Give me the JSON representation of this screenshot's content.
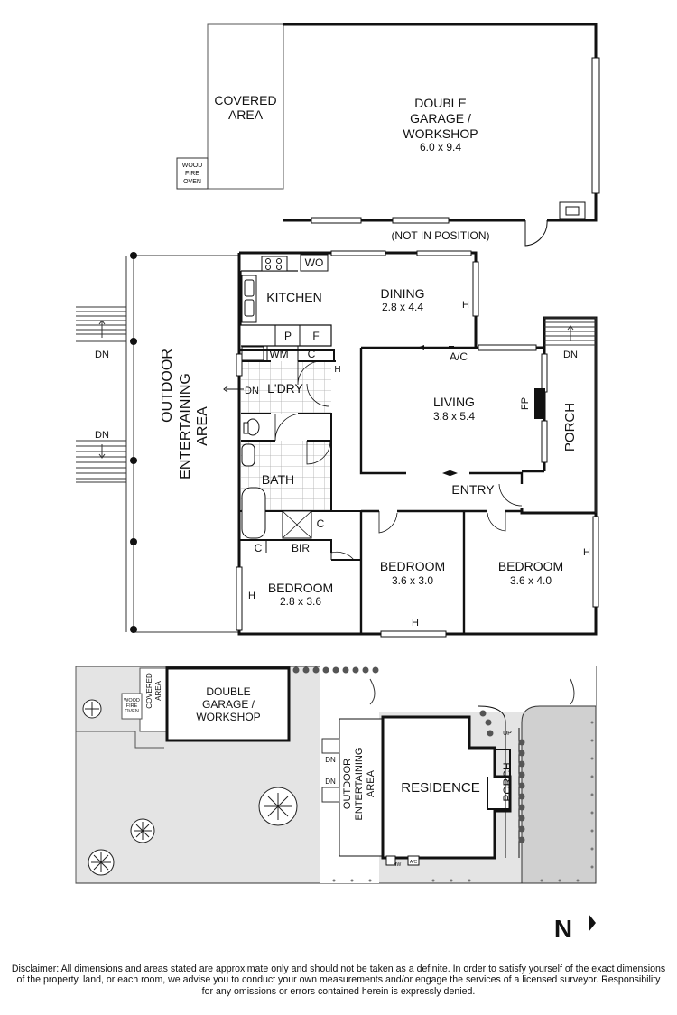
{
  "labels": {
    "covered_area_1": "COVERED",
    "covered_area_2": "AREA",
    "garage_1": "DOUBLE",
    "garage_2": "GARAGE /",
    "garage_3": "WORKSHOP",
    "garage_dim": "6.0 x 9.4",
    "wfo_1": "WOOD",
    "wfo_2": "FIRE",
    "wfo_3": "OVEN",
    "not_in_position": "(NOT IN POSITION)",
    "wo": "WO",
    "kitchen": "KITCHEN",
    "dining": "DINING",
    "dining_dim": "2.8 x 4.4",
    "p": "P",
    "f": "F",
    "wm": "WM",
    "c": "C",
    "h": "H",
    "ldry": "L'DRY",
    "dn": "DN",
    "ac": "A/C",
    "living": "LIVING",
    "living_dim": "3.8 x 5.4",
    "fp": "FP",
    "porch": "PORCH",
    "outdoor_1": "OUTDOOR",
    "outdoor_2": "ENTERTAINING",
    "outdoor_3": "AREA",
    "bath": "BATH",
    "entry": "ENTRY",
    "bir": "BIR",
    "bed1": "BEDROOM",
    "bed1_dim": "2.8 x 3.6",
    "bed2": "BEDROOM",
    "bed2_dim": "3.6 x 3.0",
    "bed3": "BEDROOM",
    "bed3_dim": "3.6 x 4.0"
  },
  "site": {
    "garage_1": "DOUBLE",
    "garage_2": "GARAGE /",
    "garage_3": "WORKSHOP",
    "covered_1": "COVERED",
    "covered_2": "AREA",
    "wfo_1": "WOOD",
    "wfo_2": "FIRE",
    "wfo_3": "OVEN",
    "residence": "RESIDENCE",
    "porch": "PORCH",
    "outdoor_1": "OUTDOOR",
    "outdoor_2": "ENTERTAINING",
    "outdoor_3": "AREA",
    "dn": "DN",
    "up": "UP",
    "hw": "HW",
    "ac": "A/C"
  },
  "compass": {
    "letter": "N"
  },
  "disclaimer": {
    "line1": "Disclaimer: All dimensions and areas stated are approximate only and should not be taken as a definite. In order to satisfy yourself of the exact dimensions",
    "line2": "of the property, land, or each room, we advise you to conduct your own measurements and/or engage the services of a licensed surveyor. Responsibility",
    "line3": "for any omissions or errors contained herein is expressly denied."
  },
  "colors": {
    "wall": "#111111",
    "site_fill": "#e4e4e4",
    "paving": "#d0d0d0"
  }
}
